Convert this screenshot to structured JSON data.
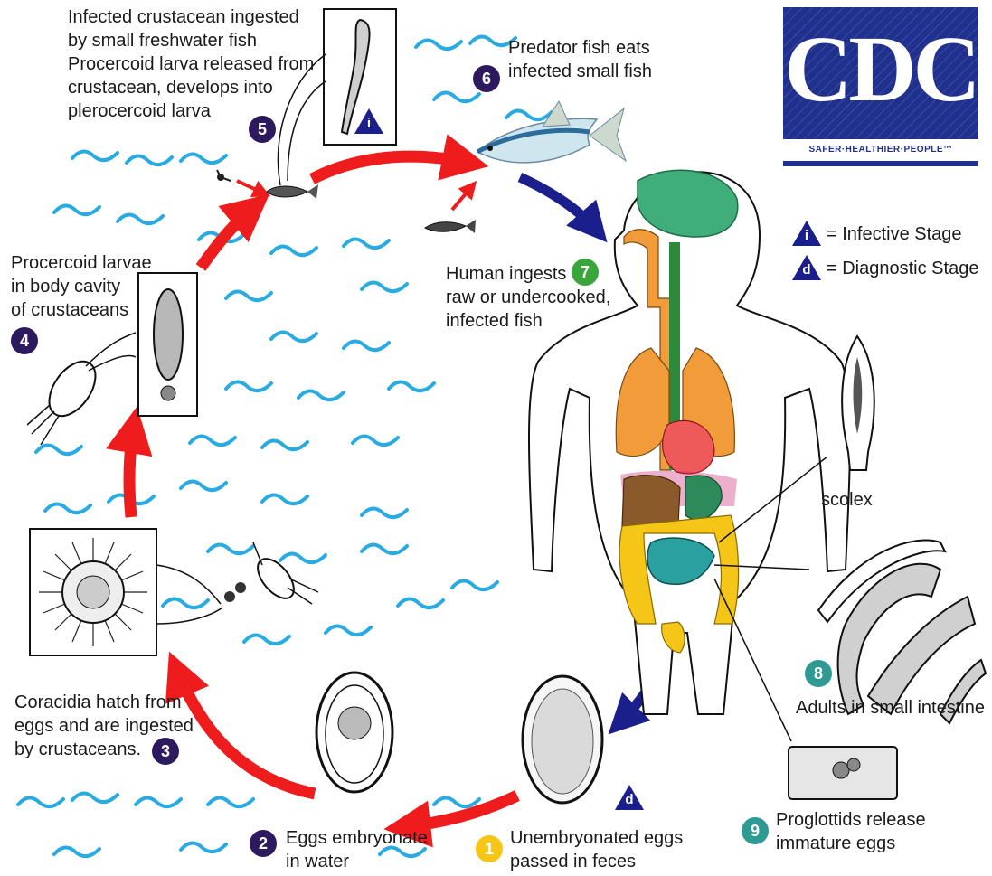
{
  "colors": {
    "red_arrow": "#ee1c1c",
    "blue_arrow": "#1a1f8c",
    "water": "#29abe2",
    "stage_badge": "#2d1a5e",
    "human_ingests_badge": "#3aa53a",
    "adult_badge": "#2f9a94",
    "eggs_feces_badge": "#f5c518",
    "cdc_blue": "#20308e"
  },
  "logo": {
    "mark": "CDC",
    "tagline": "SAFER·HEALTHIER·PEOPLE™"
  },
  "legend": {
    "infective": {
      "symbol": "i",
      "label": "= Infective Stage"
    },
    "diagnostic": {
      "symbol": "d",
      "label": "= Diagnostic Stage"
    }
  },
  "steps": {
    "s1": {
      "number": "1",
      "lines": [
        "Unembryonated eggs",
        "passed in feces"
      ]
    },
    "s2": {
      "number": "2",
      "lines": [
        "Eggs embryonate",
        "in water"
      ]
    },
    "s3": {
      "number": "3",
      "lines": [
        "Coracidia hatch from",
        "eggs and are ingested",
        "by crustaceans."
      ]
    },
    "s4": {
      "number": "4",
      "lines": [
        "Procercoid larvae",
        "in body cavity",
        "of crustaceans"
      ]
    },
    "s5": {
      "number": "5",
      "lines": [
        "Infected crustacean ingested",
        "by small freshwater fish",
        "Procercoid larva released from",
        "crustacean, develops into",
        "plerocercoid larva"
      ]
    },
    "s6": {
      "number": "6",
      "lines": [
        "Predator fish eats",
        "infected small fish"
      ]
    },
    "s7": {
      "number": "7",
      "lines": [
        "Human ingests",
        "raw or undercooked,",
        "infected fish"
      ]
    },
    "s8": {
      "number": "8",
      "lines": [
        "Adults in small intestine"
      ]
    },
    "s9": {
      "number": "9",
      "lines": [
        "Proglottids release",
        "immature eggs"
      ]
    }
  },
  "labels": {
    "scolex": "scolex"
  },
  "stage_markers": {
    "plerocercoid": "i",
    "egg_in_feces": "d"
  }
}
